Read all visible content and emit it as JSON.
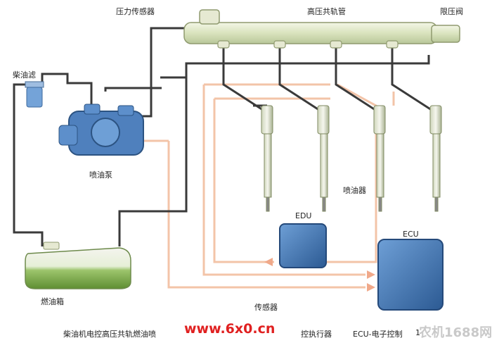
{
  "labels": {
    "pressure_sensor": "压力传感器",
    "common_rail": "高压共轨管",
    "pressure_limiter": "限压阀",
    "diesel_filter": "柴油滤",
    "injection_pump": "喷油泵",
    "injector": "喷油器",
    "fuel_tank": "燃油箱",
    "edu": "EDU",
    "ecu": "ECU",
    "sensor": "传感器",
    "caption_left": "柴油机电控高压共轨燃油喷",
    "caption_mid": "控执行器",
    "caption_right": "ECU-电子控制",
    "ecu_suffix": "1"
  },
  "watermarks": {
    "site": "www.6x0.cn",
    "brand": "农机1688网"
  },
  "colors": {
    "rail": "#dfe8c8",
    "fuel_line": "#3a3a3a",
    "control_line": "#f3c4a8",
    "ecu_box": "#3d6fa8",
    "pump": "#4a7ab5",
    "tank": "#a6c97a",
    "watermark_red": "#e02020"
  }
}
